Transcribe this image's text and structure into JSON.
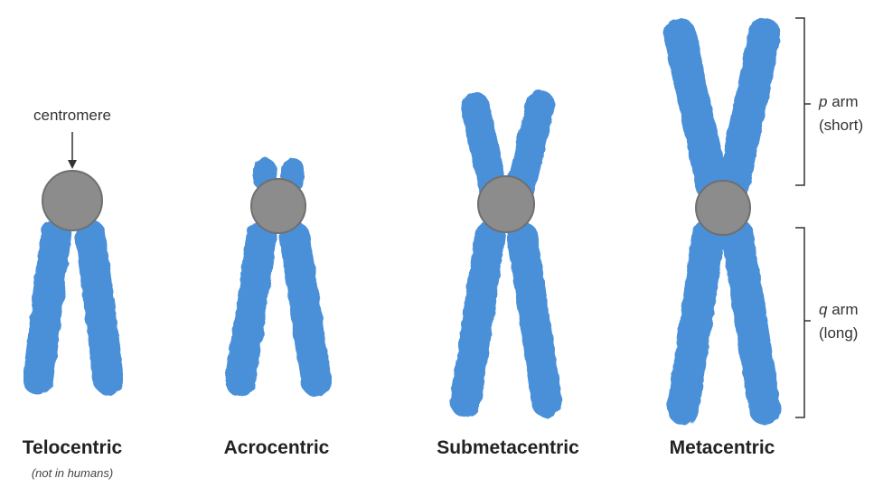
{
  "labels": {
    "centromere": "centromere",
    "types": [
      {
        "name": "Telocentric",
        "note": "(not in humans)"
      },
      {
        "name": "Acrocentric"
      },
      {
        "name": "Submetacentric"
      },
      {
        "name": "Metacentric"
      }
    ],
    "p_arm": {
      "letter": "p",
      "word": "arm",
      "detail": "(short)"
    },
    "q_arm": {
      "letter": "q",
      "word": "arm",
      "detail": "(long)"
    }
  },
  "colors": {
    "chromatid": "#4a90d9",
    "chromatid_outline": "#3b78bd",
    "centromere": "#8c8c8c",
    "centromere_outline": "#6f6f6f",
    "text": "#222222"
  }
}
